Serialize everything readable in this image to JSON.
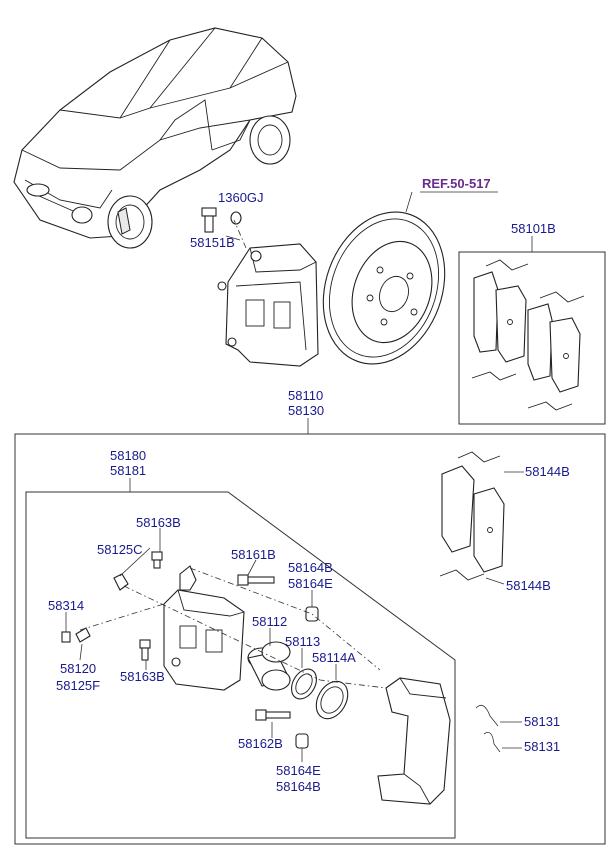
{
  "diagram": {
    "ref_label": "REF.50-517",
    "assembly_labels": [
      "58110",
      "58130"
    ],
    "subassembly_labels": [
      "58180",
      "58181"
    ],
    "pad_kit_label": "58101B",
    "parts": {
      "p1360GJ": "1360GJ",
      "p58151B": "58151B",
      "p58163B_top": "58163B",
      "p58125C": "58125C",
      "p58161B": "58161B",
      "p58164B_top": "58164B",
      "p58164E_top": "58164E",
      "p58314": "58314",
      "p58112": "58112",
      "p58113": "58113",
      "p58114A": "58114A",
      "p58120": "58120",
      "p58125F": "58125F",
      "p58163B_bot": "58163B",
      "p58162B": "58162B",
      "p58164E_bot": "58164E",
      "p58164B_bot": "58164B",
      "p58144B_top": "58144B",
      "p58144B_bot": "58144B",
      "p58131_top": "58131",
      "p58131_bot": "58131"
    }
  }
}
